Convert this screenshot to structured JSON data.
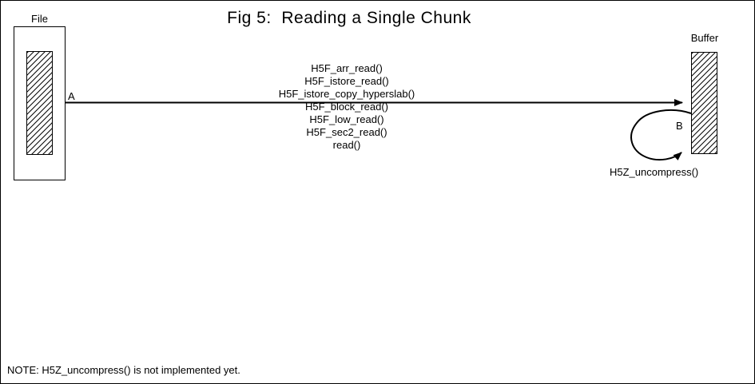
{
  "figure": {
    "title": "Fig 5:  Reading a Single Chunk"
  },
  "file_box": {
    "label": "File"
  },
  "buffer_box": {
    "label": "Buffer"
  },
  "main_arrow": {
    "label": "A",
    "function_stack": [
      "H5F_arr_read()",
      "H5F_istore_read()",
      "H5F_istore_copy_hyperslab()",
      "H5F_block_read()",
      "H5F_low_read()",
      "H5F_sec2_read()",
      "read()"
    ]
  },
  "loop_arrow": {
    "label": "B",
    "function_label": "H5Z_uncompress()"
  },
  "note": "NOTE: H5Z_uncompress() is not implemented yet.",
  "colors": {
    "ink": "#000000",
    "background": "#ffffff"
  }
}
